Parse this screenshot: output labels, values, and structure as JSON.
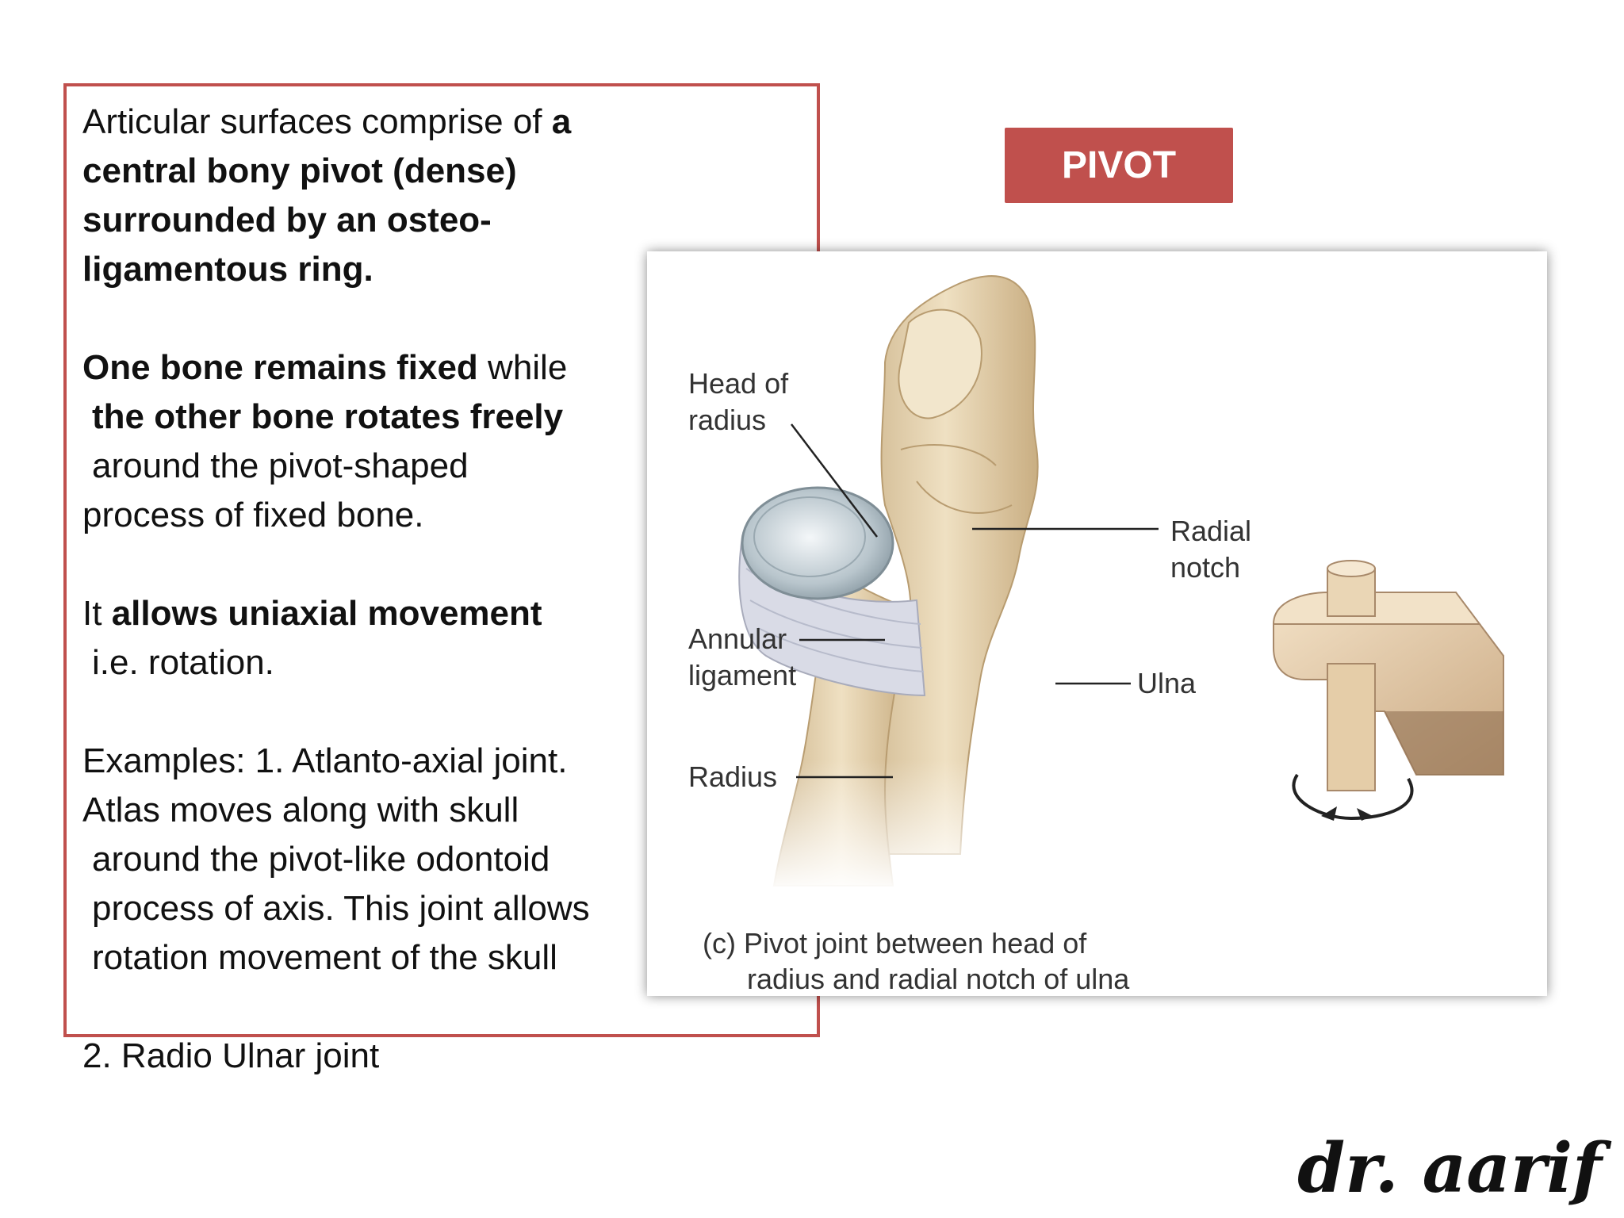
{
  "text": {
    "p1": {
      "a": "Articular surfaces comprise of ",
      "b": "a central bony pivot (dense) surrounded by an osteo-ligamentous ring."
    },
    "p2": {
      "a": "One bone remains fixed",
      "b": " while",
      "c": "the other bone rotates freely",
      "d": "around the pivot-shaped",
      "e": "process of fixed bone."
    },
    "p3": {
      "a": "It ",
      "b": "allows uniaxial movement",
      "c": "i.e. rotation."
    },
    "p4": {
      "l1": "Examples:  1. Atlanto-axial joint.",
      "l2": "Atlas moves along with skull",
      "l3": "around the pivot-like odontoid",
      "l4": "process of axis. This joint allows",
      "l5": "rotation movement of the skull"
    },
    "p5": "2. Radio Ulnar joint"
  },
  "pivot_label": "PIVOT",
  "figure": {
    "labels": {
      "head_of_radius": "Head of\nradius",
      "radial_notch": "Radial\nnotch",
      "annular_ligament": "Annular\nligament",
      "ulna": "Ulna",
      "radius": "Radius"
    },
    "caption_line1": "(c) Pivot joint between head of",
    "caption_line2": "radius and radial notch of ulna"
  },
  "signature": "dr. aarif",
  "colors": {
    "accent": "#c0504d",
    "bone": "#e6d2ad",
    "ligament": "#d9dbe6"
  }
}
